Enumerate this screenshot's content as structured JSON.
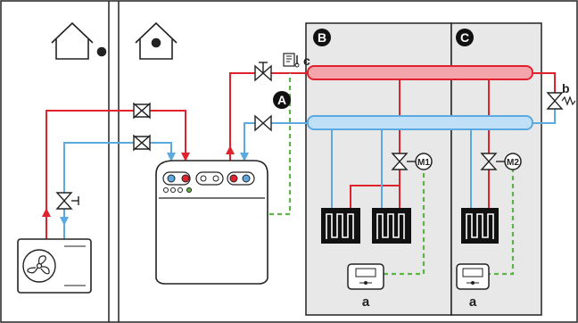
{
  "markers": {
    "zone_b": "B",
    "zone_c": "C",
    "mixing_valve": "A",
    "motor_1": "M1",
    "motor_2": "M2"
  },
  "labels": {
    "thermostat_left": "a",
    "thermostat_right": "a",
    "sensor_c": "c",
    "bypass_b": "b"
  },
  "colors": {
    "supply": "#e0222e",
    "return": "#5aa9e0",
    "control": "#5cb346",
    "zone_fill": "#e8e8e8",
    "frame": "#222222",
    "red_header": "#f4a5ab",
    "blue_header": "#bfe0f6"
  },
  "icons": {
    "house_1": "house-icon",
    "house_2": "house-icon",
    "outdoor_unit": "fan-icon",
    "thermostat": "thermostat-icon",
    "radiant_panel": "underfloor-heating-icon",
    "valve": "valve-icon",
    "sensor": "temperature-sensor-icon"
  }
}
